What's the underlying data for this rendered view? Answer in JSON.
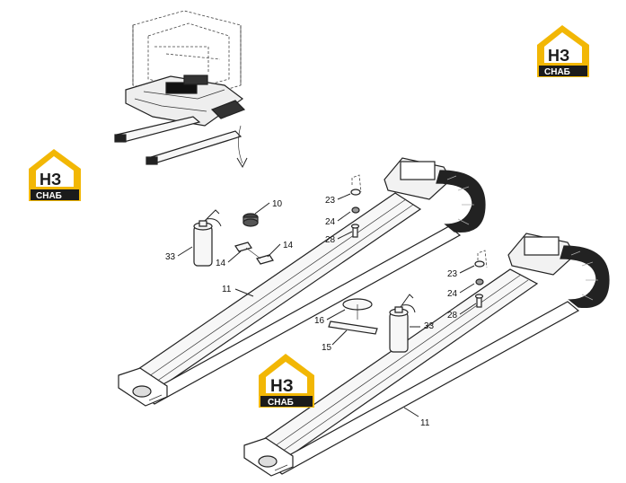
{
  "logo": {
    "letters": "НЗ",
    "word": "СНАБ",
    "gold": "#f2b705",
    "dark": "#1b1b1b"
  },
  "callouts": {
    "c10": "10",
    "c14a": "14",
    "c14b": "14",
    "c33a": "33",
    "c11a": "11",
    "c23a": "23",
    "c24a": "24",
    "c28a": "28",
    "c23b": "23",
    "c24b": "24",
    "c28b": "28",
    "c16": "16",
    "c15": "15",
    "c33b": "33",
    "c11b": "11"
  }
}
